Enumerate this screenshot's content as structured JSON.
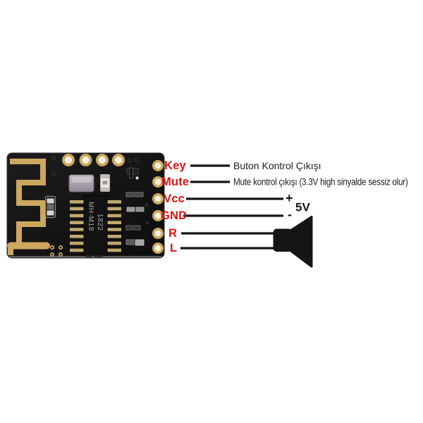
{
  "module": {
    "chip_line1": "MH-M18",
    "chip_line2": "1822"
  },
  "pins": [
    {
      "name": "Key",
      "note": "Buton Kontrol Çıkışı"
    },
    {
      "name": "Mute",
      "note": "Mute kontrol çıkışı (3.3V high sinyalde sessiz olur)"
    },
    {
      "name": "Vcc",
      "note": ""
    },
    {
      "name": "GND",
      "note": ""
    },
    {
      "name": "R",
      "note": ""
    },
    {
      "name": "L",
      "note": ""
    }
  ],
  "power": {
    "plus": "+",
    "minus": "-",
    "label": "5V"
  },
  "colors": {
    "red": "#dd1515",
    "wire": "#151515",
    "text": "#202020",
    "gold": "#cda75e",
    "pad": "#f7f1df"
  }
}
